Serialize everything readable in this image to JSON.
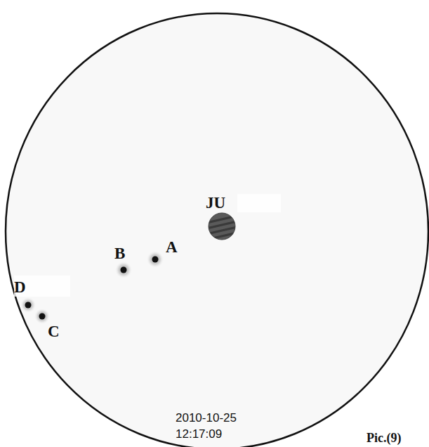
{
  "diagram": {
    "labels": [
      "JU",
      "A",
      "B",
      "C",
      "D",
      "2010-10-25",
      "12:17:09",
      "Pic.(9)"
    ]
  }
}
